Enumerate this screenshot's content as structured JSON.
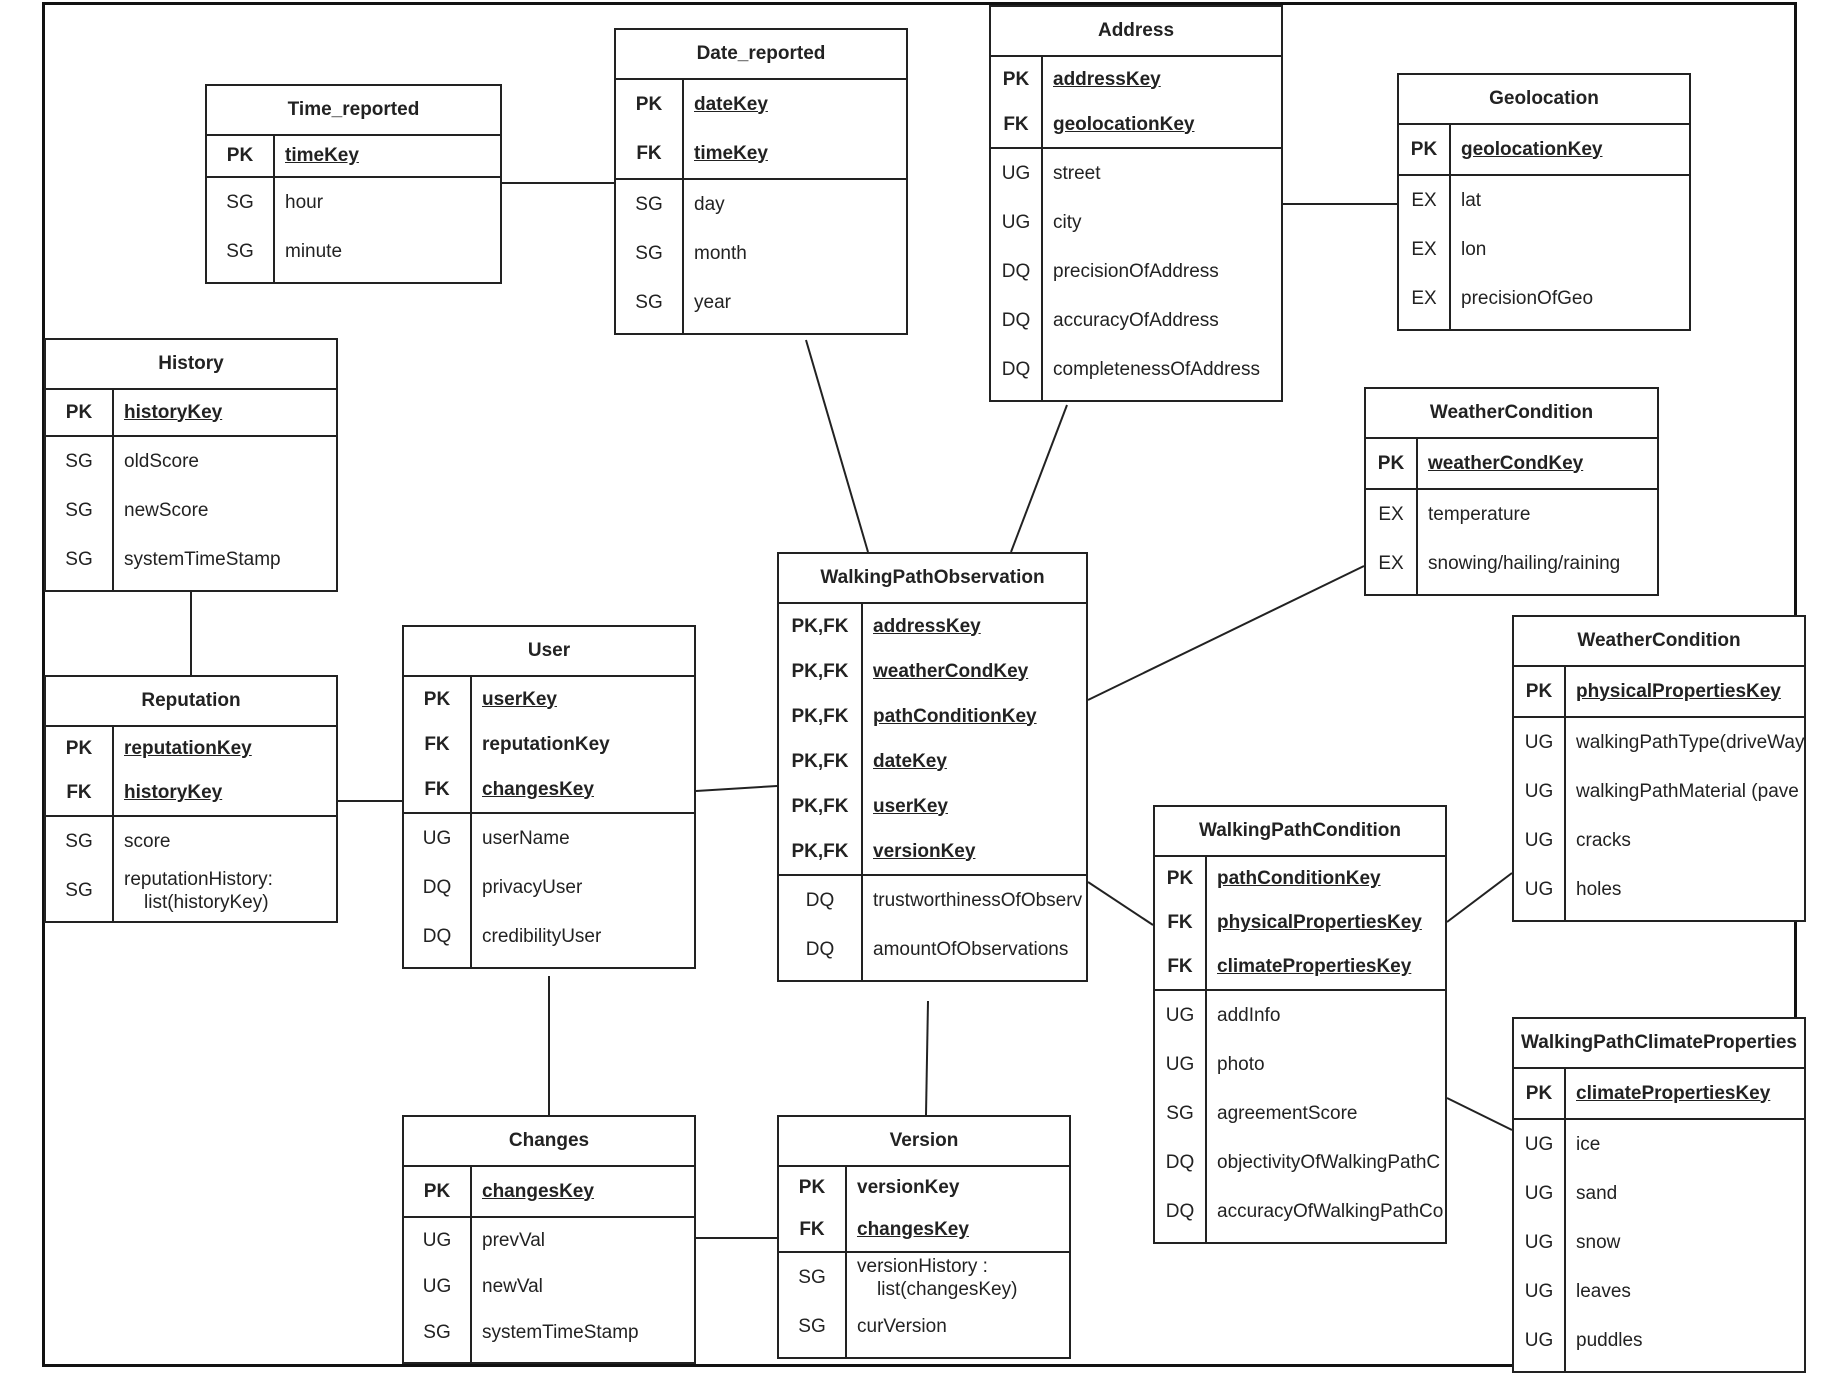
{
  "tables": {
    "time_reported": {
      "title": "Time_reported",
      "keys": [
        {
          "k": "PK",
          "f": "timeKey",
          "u": true
        }
      ],
      "attrs": [
        {
          "k": "SG",
          "f": "hour"
        },
        {
          "k": "SG",
          "f": "minute"
        }
      ]
    },
    "date_reported": {
      "title": "Date_reported",
      "keys": [
        {
          "k": "PK",
          "f": "dateKey",
          "u": true
        },
        {
          "k": "FK",
          "f": "timeKey",
          "u": true
        }
      ],
      "attrs": [
        {
          "k": "SG",
          "f": "day"
        },
        {
          "k": "SG",
          "f": "month"
        },
        {
          "k": "SG",
          "f": "year"
        }
      ]
    },
    "address": {
      "title": "Address",
      "keys": [
        {
          "k": "PK",
          "f": "addressKey",
          "u": true
        },
        {
          "k": "FK",
          "f": "geolocationKey",
          "u": true
        }
      ],
      "attrs": [
        {
          "k": "UG",
          "f": "street"
        },
        {
          "k": "UG",
          "f": "city"
        },
        {
          "k": "DQ",
          "f": "precisionOfAddress"
        },
        {
          "k": "DQ",
          "f": "accuracyOfAddress"
        },
        {
          "k": "DQ",
          "f": "completenessOfAddress"
        }
      ]
    },
    "geolocation": {
      "title": "Geolocation",
      "keys": [
        {
          "k": "PK",
          "f": "geolocationKey",
          "u": true
        }
      ],
      "attrs": [
        {
          "k": "EX",
          "f": "lat"
        },
        {
          "k": "EX",
          "f": "lon"
        },
        {
          "k": "EX",
          "f": "precisionOfGeo"
        }
      ]
    },
    "history": {
      "title": "History",
      "keys": [
        {
          "k": "PK",
          "f": "historyKey",
          "u": true
        }
      ],
      "attrs": [
        {
          "k": "SG",
          "f": "oldScore"
        },
        {
          "k": "SG",
          "f": "newScore"
        },
        {
          "k": "SG",
          "f": "systemTimeStamp"
        }
      ]
    },
    "reputation": {
      "title": "Reputation",
      "keys": [
        {
          "k": "PK",
          "f": "reputationKey",
          "u": true
        },
        {
          "k": "FK",
          "f": "historyKey",
          "u": true
        }
      ],
      "attrs": [
        {
          "k": "SG",
          "f": "score"
        },
        {
          "k": "SG",
          "f": "reputationHistory:",
          "f2": "list(historyKey)"
        }
      ]
    },
    "user": {
      "title": "User",
      "keys": [
        {
          "k": "PK",
          "f": "userKey",
          "u": true
        },
        {
          "k": "FK",
          "f": "reputationKey",
          "u": false
        },
        {
          "k": "FK",
          "f": "changesKey",
          "u": true
        }
      ],
      "attrs": [
        {
          "k": "UG",
          "f": "userName"
        },
        {
          "k": "DQ",
          "f": "privacyUser"
        },
        {
          "k": "DQ",
          "f": "credibilityUser"
        }
      ]
    },
    "walking_path_observation": {
      "title": "WalkingPathObservation",
      "keys": [
        {
          "k": "PK,FK",
          "f": "addressKey",
          "u": true
        },
        {
          "k": "PK,FK",
          "f": "weatherCondKey",
          "u": true
        },
        {
          "k": "PK,FK",
          "f": "pathConditionKey",
          "u": true
        },
        {
          "k": "PK,FK",
          "f": "dateKey",
          "u": true
        },
        {
          "k": "PK,FK",
          "f": "userKey",
          "u": true
        },
        {
          "k": "PK,FK",
          "f": "versionKey",
          "u": true
        }
      ],
      "attrs": [
        {
          "k": "DQ",
          "f": "trustworthinessOfObserv"
        },
        {
          "k": "DQ",
          "f": "amountOfObservations"
        }
      ]
    },
    "weather_condition": {
      "title": "WeatherCondition",
      "keys": [
        {
          "k": "PK",
          "f": "weatherCondKey",
          "u": true
        }
      ],
      "attrs": [
        {
          "k": "EX",
          "f": "temperature"
        },
        {
          "k": "EX",
          "f": "snowing/hailing/raining"
        }
      ]
    },
    "physical_properties": {
      "title": "WeatherCondition",
      "keys": [
        {
          "k": "PK",
          "f": "physicalPropertiesKey",
          "u": true
        }
      ],
      "attrs": [
        {
          "k": "UG",
          "f": "walkingPathType(driveWay"
        },
        {
          "k": "UG",
          "f": "walkingPathMaterial (pave"
        },
        {
          "k": "UG",
          "f": "cracks"
        },
        {
          "k": "UG",
          "f": "holes"
        }
      ]
    },
    "walking_path_condition": {
      "title": "WalkingPathCondition",
      "keys": [
        {
          "k": "PK",
          "f": "pathConditionKey",
          "u": true
        },
        {
          "k": "FK",
          "f": "physicalPropertiesKey",
          "u": true
        },
        {
          "k": "FK",
          "f": "climatePropertiesKey",
          "u": true
        }
      ],
      "attrs": [
        {
          "k": "UG",
          "f": "addInfo"
        },
        {
          "k": "UG",
          "f": "photo"
        },
        {
          "k": "SG",
          "f": "agreementScore"
        },
        {
          "k": "DQ",
          "f": "objectivityOfWalkingPathC"
        },
        {
          "k": "DQ",
          "f": "accuracyOfWalkingPathCo"
        }
      ]
    },
    "climate_properties": {
      "title": "WalkingPathClimateProperties",
      "keys": [
        {
          "k": "PK",
          "f": "climatePropertiesKey",
          "u": true
        }
      ],
      "attrs": [
        {
          "k": "UG",
          "f": "ice"
        },
        {
          "k": "UG",
          "f": "sand"
        },
        {
          "k": "UG",
          "f": "snow"
        },
        {
          "k": "UG",
          "f": "leaves"
        },
        {
          "k": "UG",
          "f": "puddles"
        }
      ]
    },
    "changes": {
      "title": "Changes",
      "keys": [
        {
          "k": "PK",
          "f": "changesKey",
          "u": true
        }
      ],
      "attrs": [
        {
          "k": "UG",
          "f": "prevVal"
        },
        {
          "k": "UG",
          "f": "newVal"
        },
        {
          "k": "SG",
          "f": "systemTimeStamp"
        }
      ]
    },
    "version": {
      "title": "Version",
      "keys": [
        {
          "k": "PK",
          "f": "versionKey",
          "u": false
        },
        {
          "k": "FK",
          "f": "changesKey",
          "u": true
        }
      ],
      "attrs": [
        {
          "k": "SG",
          "f": "versionHistory :",
          "f2": "list(changesKey)"
        },
        {
          "k": "SG",
          "f": "curVersion"
        }
      ]
    }
  },
  "relationships": [
    [
      "time_reported",
      "date_reported"
    ],
    [
      "date_reported",
      "walking_path_observation"
    ],
    [
      "address",
      "walking_path_observation"
    ],
    [
      "address",
      "geolocation"
    ],
    [
      "history",
      "reputation"
    ],
    [
      "reputation",
      "user"
    ],
    [
      "user",
      "walking_path_observation"
    ],
    [
      "user",
      "changes"
    ],
    [
      "weather_condition",
      "walking_path_observation"
    ],
    [
      "walking_path_observation",
      "walking_path_condition"
    ],
    [
      "walking_path_observation",
      "version"
    ],
    [
      "walking_path_condition",
      "physical_properties"
    ],
    [
      "walking_path_condition",
      "climate_properties"
    ],
    [
      "changes",
      "version"
    ]
  ]
}
